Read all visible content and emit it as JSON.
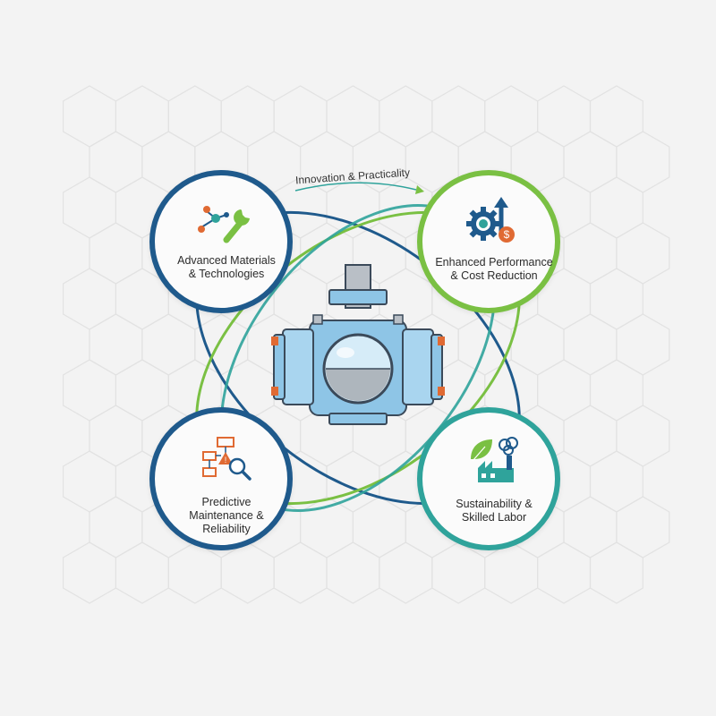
{
  "diagram": {
    "caption": "Innovation & Practicality",
    "nodes": [
      {
        "label_line1": "Advanced Materials",
        "label_line2": "& Technologies",
        "icon": "wrench-network-icon",
        "ring_color": "#1f5a8c"
      },
      {
        "label_line1": "Enhanced Performance",
        "label_line2": "& Cost Reduction",
        "icon": "gear-dollar-growth-icon",
        "ring_color": "#7ac043"
      },
      {
        "label_line1": "Predictive",
        "label_line2": "Maintenance & Reliability",
        "icon": "flowchart-magnifier-icon",
        "ring_color": "#1f5a8c"
      },
      {
        "label_line1": "Sustainability &",
        "label_line2": "Skilled Labor",
        "icon": "leaf-factory-brain-icon",
        "ring_color": "#2fa39b"
      }
    ],
    "center_icon": "ball-valve-icon",
    "colors": {
      "navy": "#1f5a8c",
      "green": "#7ac043",
      "teal": "#2fa39b",
      "valve_blue": "#8ec5e6",
      "accent_orange": "#e06a33",
      "background": "#f3f3f3"
    }
  }
}
